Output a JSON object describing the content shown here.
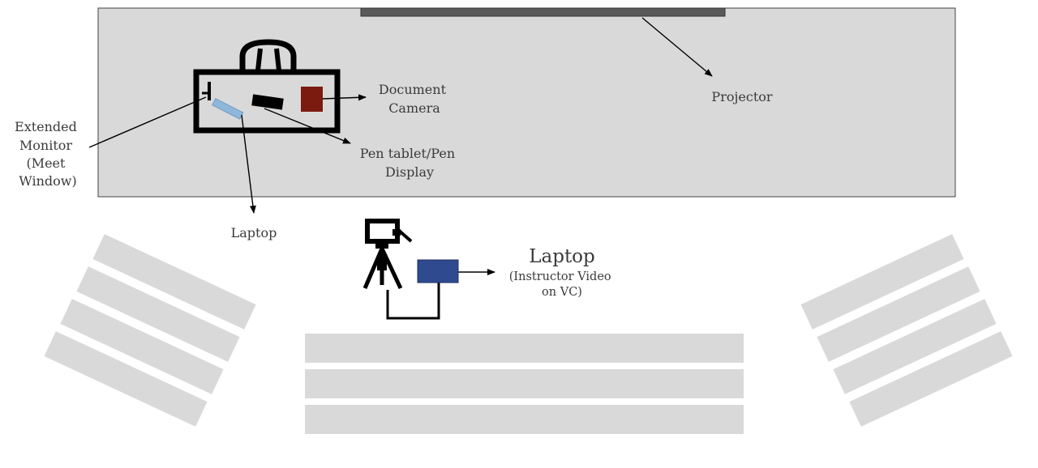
{
  "labels": {
    "document_camera": [
      "Document",
      "Camera"
    ],
    "projector": "Projector",
    "extended_monitor": [
      "Extended",
      "Monitor",
      "(Meet",
      "Window)"
    ],
    "pen_tablet": [
      "Pen tablet/Pen",
      "Display"
    ],
    "laptop_desk": "Laptop",
    "laptop_vc_title": "Laptop",
    "laptop_vc_note": [
      "(Instructor Video",
      "on VC)"
    ]
  },
  "colors": {
    "room_floor": "#d9d9d9",
    "projector_screen": "#595959",
    "seating_rows": "#d9d9d9",
    "desk_outline": "#000000",
    "document_camera": "#7b1a0f",
    "pen_tablet": "#000000",
    "laptop_desk": "#8fb7d9",
    "laptop_vc": "#2f4a8f",
    "label_text": "#3a3a3a"
  }
}
